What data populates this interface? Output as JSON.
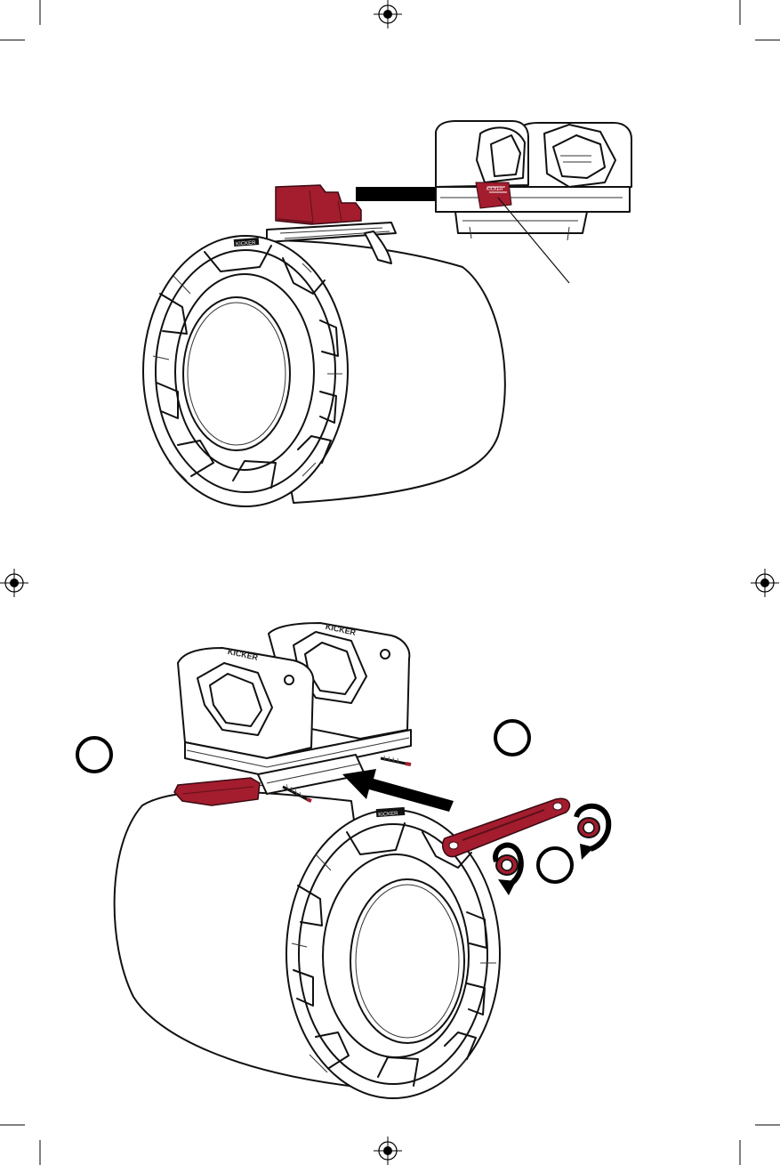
{
  "colors": {
    "accent": "#a31d2e",
    "accent_dark": "#6e1220",
    "ink": "#111111",
    "paper": "#ffffff",
    "arrow": "#000000"
  },
  "figure_1": {
    "brand_badge": "KICKER",
    "bracket_label": "KICKER"
  },
  "figure_2": {
    "brand_badge": "KICKER",
    "clamp_front_label": "KICKER",
    "clamp_back_label": "KICKER"
  },
  "icons": {
    "registration_marks": "registration-mark-icon",
    "callout_circles": "callout-circle-icon",
    "rotation_arrows": "rotate-arrow-icon"
  }
}
